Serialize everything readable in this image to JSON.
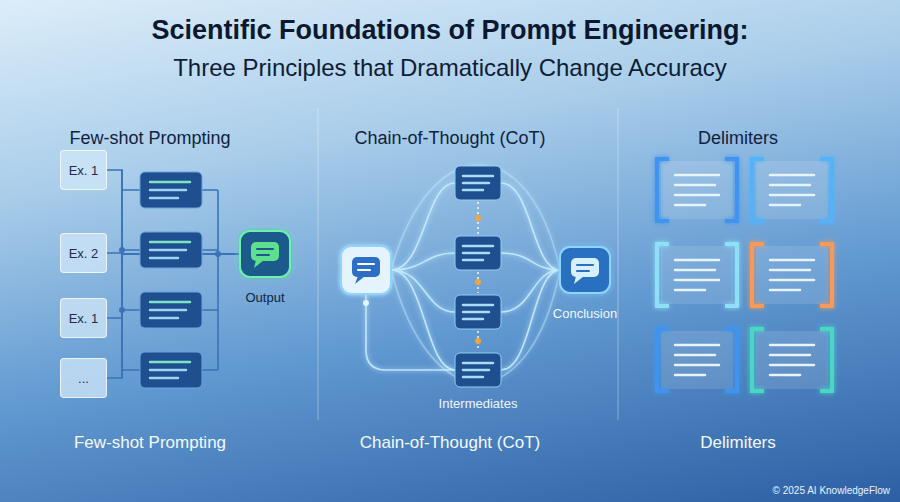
{
  "diagram": {
    "title": "Scientific Foundations of Prompt Engineering:",
    "nodes": [
      {
        "text": [
          "Ex. 1"
        ]
      },
      {
        "text": [
          "Ex. 2"
        ]
      },
      {
        "text": [
          "Ex. 1"
        ]
      },
      {
        "text": [
          "..."
        ]
      },
      {
        "text": [
          "Output"
        ]
      },
      {
        "text": [
          "Conclusion"
        ]
      }
    ],
    "edges": [
      {
        "from": 0,
        "to": 4,
        "arrow": "none"
      },
      {
        "from": 1,
        "to": 4,
        "arrow": "none"
      },
      {
        "from": 2,
        "to": 4,
        "arrow": "none"
      },
      {
        "from": 3,
        "to": 4,
        "arrow": "none"
      }
    ],
    "labels": [
      "Three Principles that Dramatically Change Accuracy",
      "Few-shot Prompting",
      "Chain-of-Thought (CoT)",
      "Delimiters",
      "Intermediates",
      "Few-shot Prompting",
      "Chain-of-Thought (CoT)",
      "Delimiters",
      "© 2025 AI KnowledgeFlow"
    ]
  }
}
